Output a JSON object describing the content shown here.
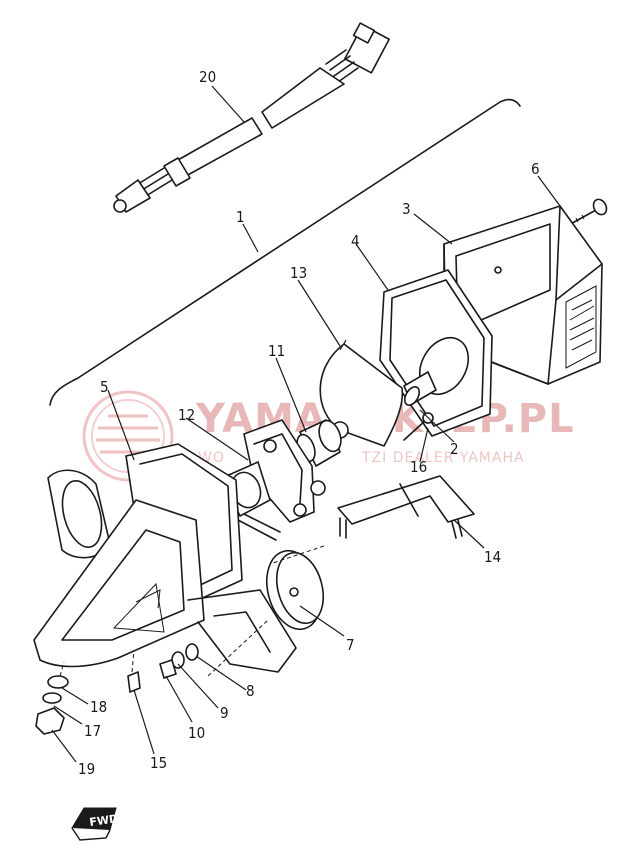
{
  "watermark": {
    "brand": "YAMAHA",
    "suffix": "SKLEP.PL",
    "tagline_left": "WO",
    "tagline_right": "TZI DEALER YAMAHA"
  },
  "callouts": [
    {
      "id": "c1",
      "label": "1"
    },
    {
      "id": "c2",
      "label": "2"
    },
    {
      "id": "c3",
      "label": "3"
    },
    {
      "id": "c4",
      "label": "4"
    },
    {
      "id": "c5",
      "label": "5"
    },
    {
      "id": "c6",
      "label": "6"
    },
    {
      "id": "c7",
      "label": "7"
    },
    {
      "id": "c8",
      "label": "8"
    },
    {
      "id": "c9",
      "label": "9"
    },
    {
      "id": "c10",
      "label": "10"
    },
    {
      "id": "c11",
      "label": "11"
    },
    {
      "id": "c12",
      "label": "12"
    },
    {
      "id": "c13",
      "label": "13"
    },
    {
      "id": "c14",
      "label": "14"
    },
    {
      "id": "c15",
      "label": "15"
    },
    {
      "id": "c16",
      "label": "16"
    },
    {
      "id": "c17",
      "label": "17"
    },
    {
      "id": "c18",
      "label": "18"
    },
    {
      "id": "c19",
      "label": "19"
    },
    {
      "id": "c20",
      "label": "20"
    }
  ],
  "front_mark": "FWD"
}
